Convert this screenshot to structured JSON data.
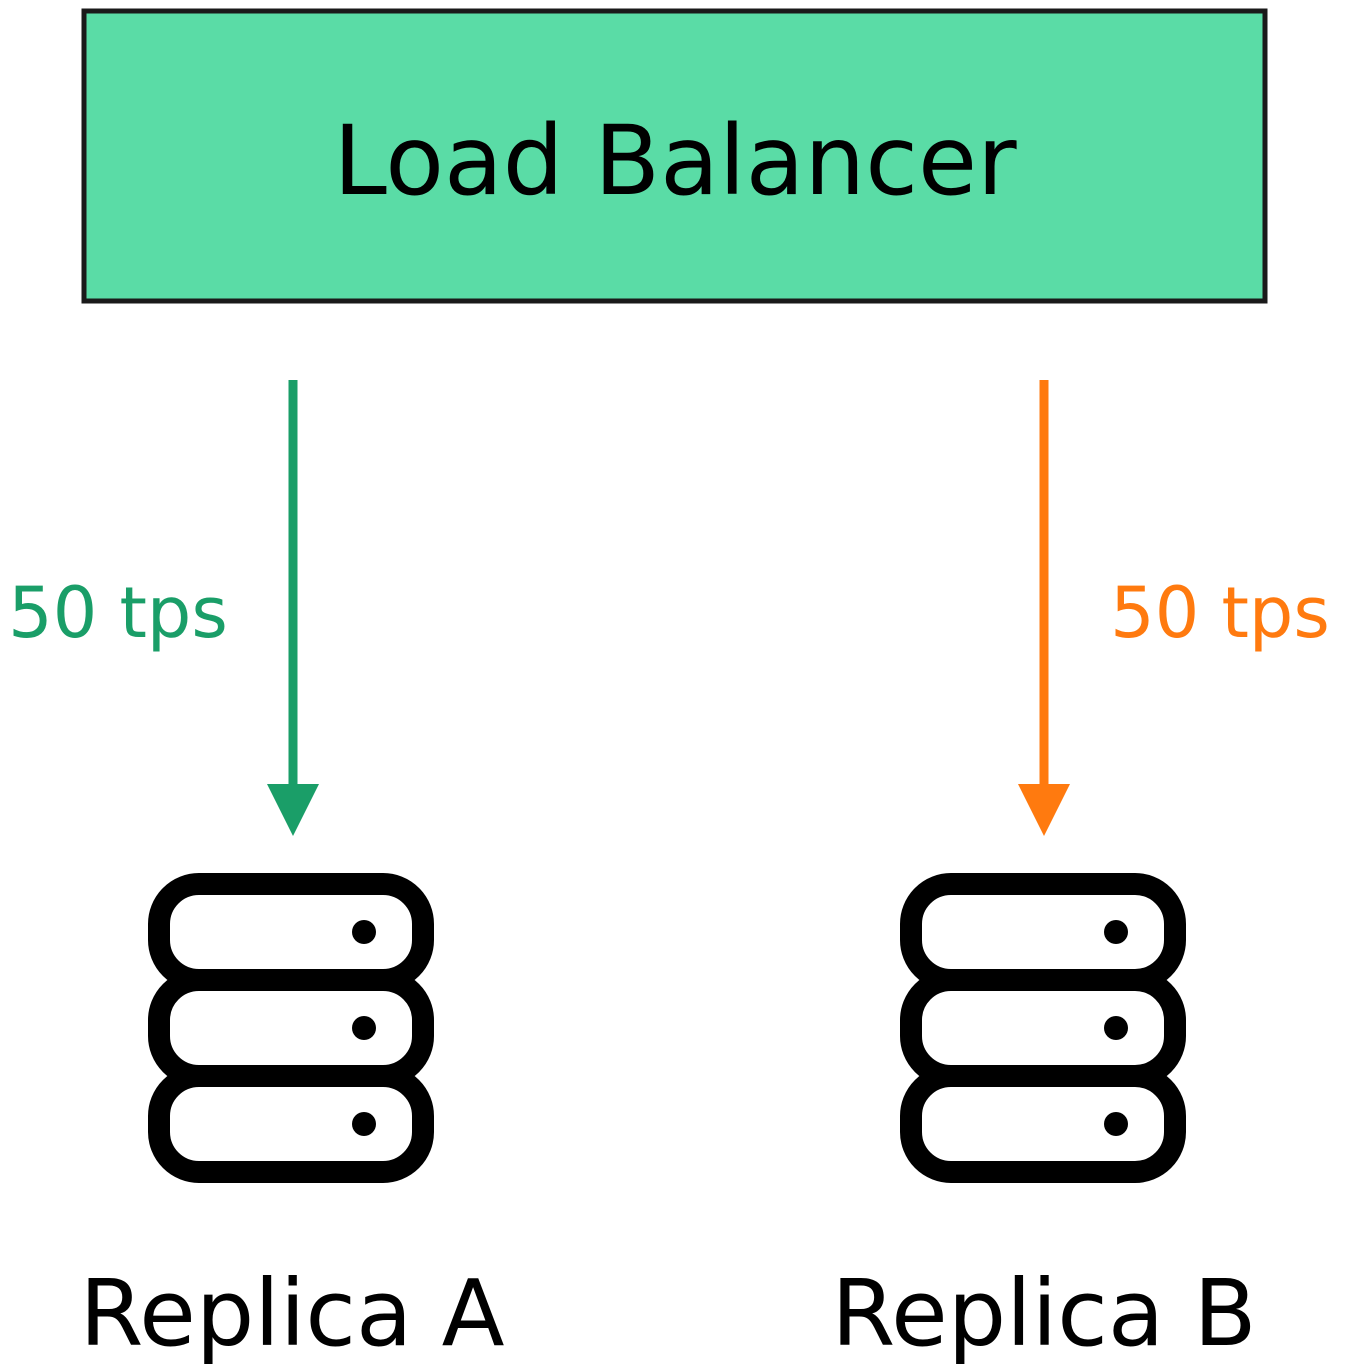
{
  "load_balancer": {
    "label": "Load Balancer",
    "fill_color": "#5ADCA6"
  },
  "flows": [
    {
      "rate_label": "50 tps",
      "color": "#1A9E68"
    },
    {
      "rate_label": "50 tps",
      "color": "#FF7A0F"
    }
  ],
  "replicas": [
    {
      "label": "Replica A",
      "icon": "server-icon"
    },
    {
      "label": "Replica B",
      "icon": "server-icon"
    }
  ]
}
